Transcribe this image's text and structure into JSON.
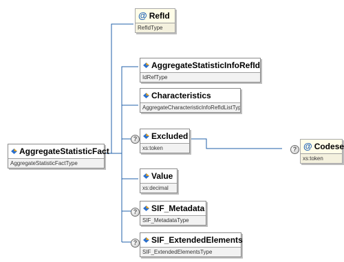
{
  "root": {
    "name": "AggregateStatisticFact",
    "type": "AggregateStatisticFactType"
  },
  "attribute_refid": {
    "name": "RefId",
    "type": "RefIdType"
  },
  "children": [
    {
      "name": "AggregateStatisticInfoRefId",
      "type": "IdRefType",
      "optional": false
    },
    {
      "name": "Characteristics",
      "type": "AggregateCharacteristicInfoRefIdListType",
      "optional": false
    },
    {
      "name": "Excluded",
      "type": "xs:token",
      "optional": true
    },
    {
      "name": "Value",
      "type": "xs:decimal",
      "optional": false
    },
    {
      "name": "SIF_Metadata",
      "type": "SIF_MetadataType",
      "optional": true
    },
    {
      "name": "SIF_ExtendedElements",
      "type": "SIF_ExtendedElementsType",
      "optional": true
    }
  ],
  "excluded_attribute": {
    "name": "Codeset",
    "type": "xs:token",
    "optional": true
  },
  "icons": {
    "attribute": "at-sign-icon",
    "element": "element-diamond-icon",
    "optional": "question-icon"
  },
  "colors": {
    "connector": "#1f5fa8",
    "attribute_fill": "#fffde8",
    "type_band": "#f2f2f2"
  }
}
